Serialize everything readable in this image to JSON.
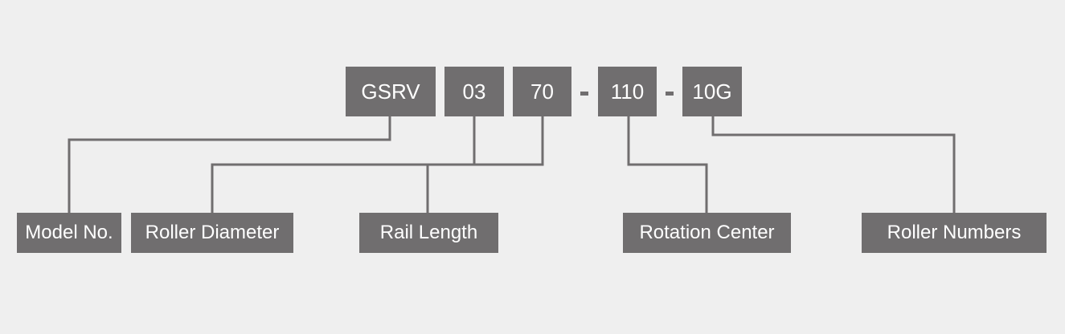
{
  "code": {
    "segments": [
      "GSRV",
      "03",
      "70",
      "110",
      "10G"
    ],
    "separator": "-"
  },
  "labels": {
    "model_no": "Model No.",
    "roller_diameter": "Roller Diameter",
    "rail_length": "Rail Length",
    "rotation_center": "Rotation Center",
    "roller_numbers": "Roller Numbers"
  },
  "colors": {
    "background": "#efefef",
    "box": "#706e6f",
    "text": "#ffffff"
  }
}
